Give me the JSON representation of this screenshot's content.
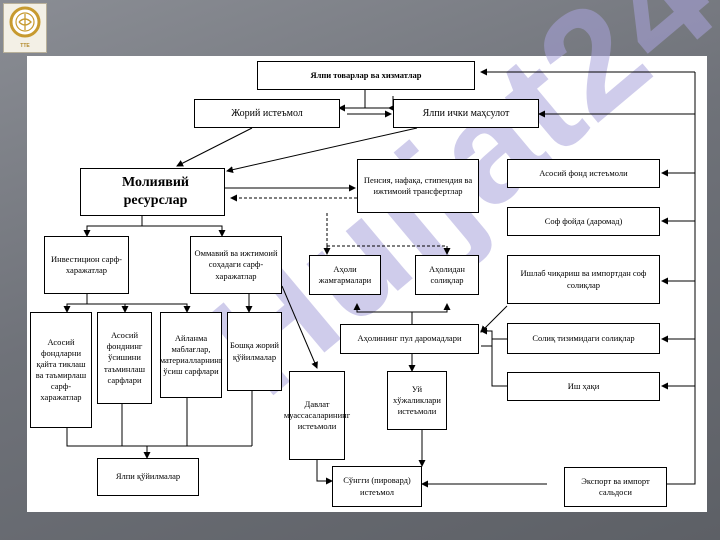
{
  "logo": {
    "caption": "ТТЕ"
  },
  "watermark": "Hujjat24",
  "boxes": {
    "yalpi_tovar": "Ялпи товарлар ва хизматлар",
    "joriy": "Жорий истеъмол",
    "yalpi_ichki": "Ялпи ички маҳсулот",
    "moliyaviy": "Молиявий ресурслар",
    "pensiya": "Пенсия, нафақа, стипендия ва ижтимоий трансфертлар",
    "asosiy_fond_istemoli": "Асосий фонд истеъмоли",
    "sof_foyda": "Соф фойда (даромад)",
    "ishlab_chiqarish": "Ишлаб чиқариш ва импортдан соф солиқлар",
    "soliq": "Солиқ тизимидаги солиқлар",
    "ish_haqi": "Иш ҳақи",
    "eksport": "Экспорт ва импорт сальдоси",
    "investitsion": "Инвестицион сарф-харажатлар",
    "ommaviy": "Оммавий ва ижтимоий соҳадаги сарф-харажатлар",
    "aholi_jamg": "Аҳоли жамғармалари",
    "aholidan_soliq": "Аҳолидан солиқлар",
    "aholining_pul": "Аҳолининг пул даромадлари",
    "asosiy_fondlarni": "Асосий фондларни қайта тиклаш ва таъмирлаш сарф-харажатлар",
    "asosiy_fondni_osish": "Асосий фонднинг ўсишини таъминлаш сарфлари",
    "aylanma": "Айланма маблағлар, материалларнинг ўсиш сарфлари",
    "boshqa_joriy": "Бошқа жорий қўйилмалар",
    "davlat": "Давлат муассасаларининг истеъмоли",
    "uy_xojalik": "Уй хўжаликлари истеъмоли",
    "yalpi_qoyilmalar": "Ялпи қўйилмалар",
    "songgi": "Сўнгги (пировард) истеъмол"
  }
}
